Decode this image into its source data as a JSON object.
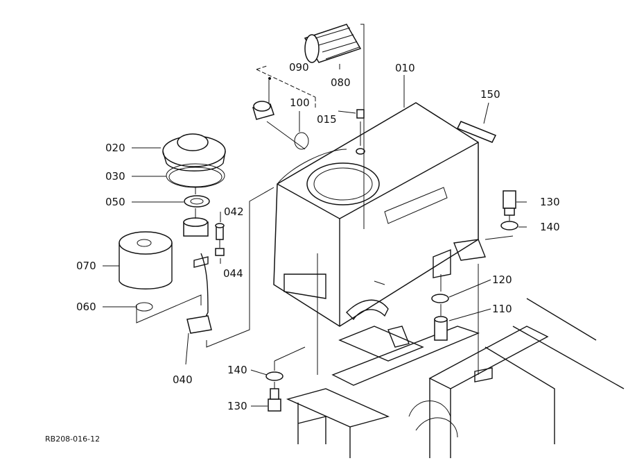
{
  "diagram": {
    "reference_code": "RB208-016-12",
    "callouts": [
      {
        "id": "010",
        "text": "010"
      },
      {
        "id": "015",
        "text": "015"
      },
      {
        "id": "020",
        "text": "020"
      },
      {
        "id": "030",
        "text": "030"
      },
      {
        "id": "040",
        "text": "040"
      },
      {
        "id": "042",
        "text": "042"
      },
      {
        "id": "044",
        "text": "044"
      },
      {
        "id": "050",
        "text": "050"
      },
      {
        "id": "060",
        "text": "060"
      },
      {
        "id": "070",
        "text": "070"
      },
      {
        "id": "080",
        "text": "080"
      },
      {
        "id": "090",
        "text": "090"
      },
      {
        "id": "100",
        "text": "100"
      },
      {
        "id": "110",
        "text": "110"
      },
      {
        "id": "120",
        "text": "120"
      },
      {
        "id": "130a",
        "text": "130"
      },
      {
        "id": "130b",
        "text": "130"
      },
      {
        "id": "140a",
        "text": "140"
      },
      {
        "id": "140b",
        "text": "140"
      },
      {
        "id": "150",
        "text": "150"
      }
    ]
  }
}
